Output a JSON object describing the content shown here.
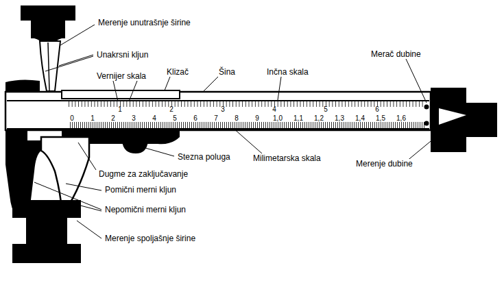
{
  "diagram": {
    "labels": [
      "Merenje unutrašnje širine",
      "Unakrsni kljun",
      "Vernijer skala",
      "Klizač",
      "Šina",
      "Inčna skala",
      "Merač dubine",
      "Stezna poluga",
      "Milimetarska skala",
      "Dugme za zaključavanje",
      "Merenje dubine",
      "Pomični merni kljun",
      "Nepomični merni kljun",
      "Merenje spoljašnje širine",
      "1",
      "2",
      "3",
      "4",
      "5",
      "6",
      "0",
      "1",
      "2",
      "3",
      "4",
      "5",
      "6",
      "7",
      "8",
      "9",
      "1,0",
      "1,1",
      "1,2",
      "1,3",
      "1,4",
      "1,5",
      "1,6"
    ]
  }
}
